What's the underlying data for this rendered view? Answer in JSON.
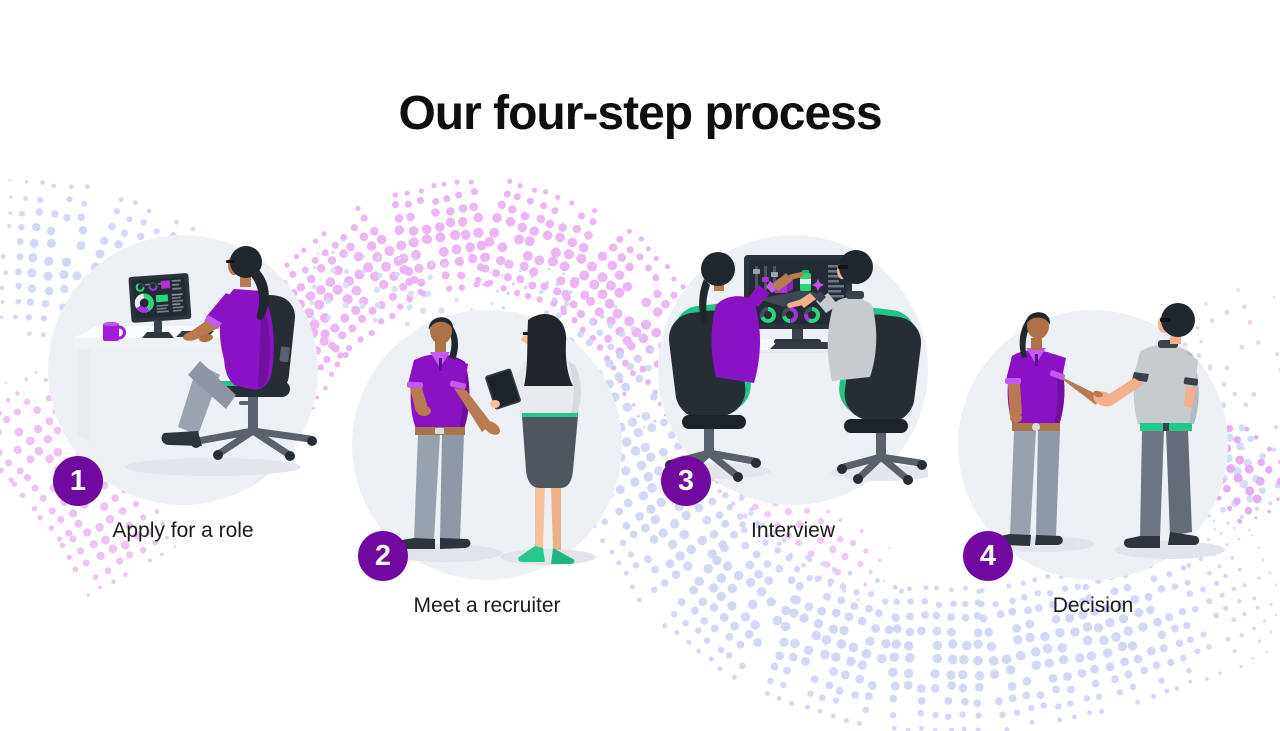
{
  "title": "Our four-step process",
  "steps": [
    {
      "number": "1",
      "label": "Apply for a role",
      "illustration": "woman-applying-at-computer"
    },
    {
      "number": "2",
      "label": "Meet a recruiter",
      "illustration": "candidate-talking-with-recruiter"
    },
    {
      "number": "3",
      "label": "Interview",
      "illustration": "two-interviewers-reviewing-screen"
    },
    {
      "number": "4",
      "label": "Decision",
      "illustration": "handshake-agreement"
    }
  ],
  "colors": {
    "badge_purple": "#71089f",
    "shirt_purple": "#8a12c4",
    "accent_green": "#1fc583",
    "circle_bg": "#edf1f5",
    "dot_lavender": "#cfd7f3",
    "dot_pink": "#e9b2f2",
    "title_color": "#0e0e0e",
    "label_color": "#1c1c1c"
  }
}
